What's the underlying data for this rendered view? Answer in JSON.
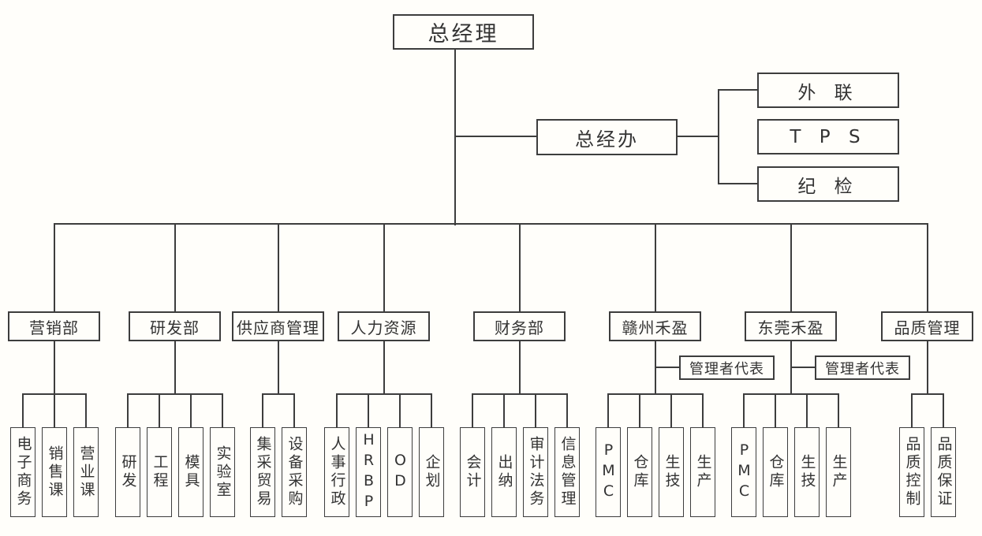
{
  "colors": {
    "background": "#fffefa",
    "line": "#3d3d3d",
    "text": "#333333"
  },
  "root": {
    "label": "总经理"
  },
  "gm_office": {
    "label": "总经办",
    "children": [
      {
        "label": "外 联"
      },
      {
        "label": "T P S"
      },
      {
        "label": "纪 检"
      }
    ]
  },
  "departments": [
    {
      "label": "营销部",
      "children": [
        "电子商务",
        "销售课",
        "营业课"
      ]
    },
    {
      "label": "研发部",
      "children": [
        "研发",
        "工程",
        "模具",
        "实验室"
      ]
    },
    {
      "label": "供应商管理",
      "children": [
        "集采贸易",
        "设备采购"
      ]
    },
    {
      "label": "人力资源",
      "children": [
        "人事行政",
        "HRBP",
        "OD",
        "企划"
      ]
    },
    {
      "label": "财务部",
      "children": [
        "会计",
        "出纳",
        "审计法务",
        "信息管理"
      ]
    },
    {
      "label": "赣州禾盈",
      "rep": "管理者代表",
      "children": [
        "PMC",
        "仓库",
        "生技",
        "生产"
      ]
    },
    {
      "label": "东莞禾盈",
      "rep": "管理者代表",
      "children": [
        "PMC",
        "仓库",
        "生技",
        "生产"
      ]
    },
    {
      "label": "品质管理",
      "children": [
        "品质控制",
        "品质保证"
      ]
    }
  ]
}
